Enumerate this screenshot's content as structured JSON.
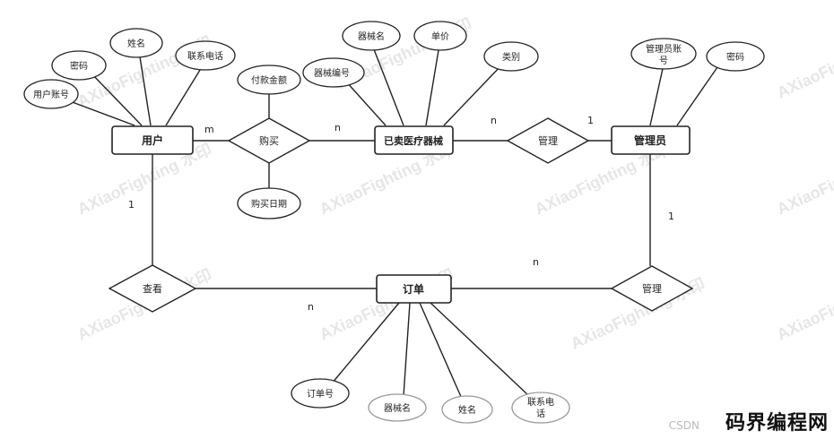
{
  "entities": {
    "user": "用户",
    "equipment": "已卖医疗器械",
    "admin": "管理员",
    "order": "订单"
  },
  "relationships": {
    "buy": "购买",
    "manage_equipment": "管理",
    "view": "查看",
    "manage_order": "管理"
  },
  "attributes": {
    "user_account": "用户账号",
    "user_password": "密码",
    "user_name": "姓名",
    "user_phone": "联系电话",
    "buy_amount": "付款金额",
    "buy_date": "购买日期",
    "equip_no": "器械编号",
    "equip_name": "器械名",
    "equip_price": "单价",
    "equip_category": "类别",
    "admin_account_line1": "管理员账",
    "admin_account_line2": "号",
    "admin_password": "密码",
    "order_no": "订单号",
    "order_equip_name": "器械名",
    "order_name": "姓名",
    "order_phone_line1": "联系电",
    "order_phone_line2": "话"
  },
  "cardinalities": {
    "user_buy": "m",
    "buy_equipment": "n",
    "equipment_manage": "n",
    "manage_admin": "1",
    "user_view": "1",
    "view_order": "n",
    "admin_manage": "1",
    "manage_order": "n"
  },
  "watermark": "AXiaoFighting 水印",
  "corner_mark": "码界编程网",
  "corner_sub": "CSDN"
}
